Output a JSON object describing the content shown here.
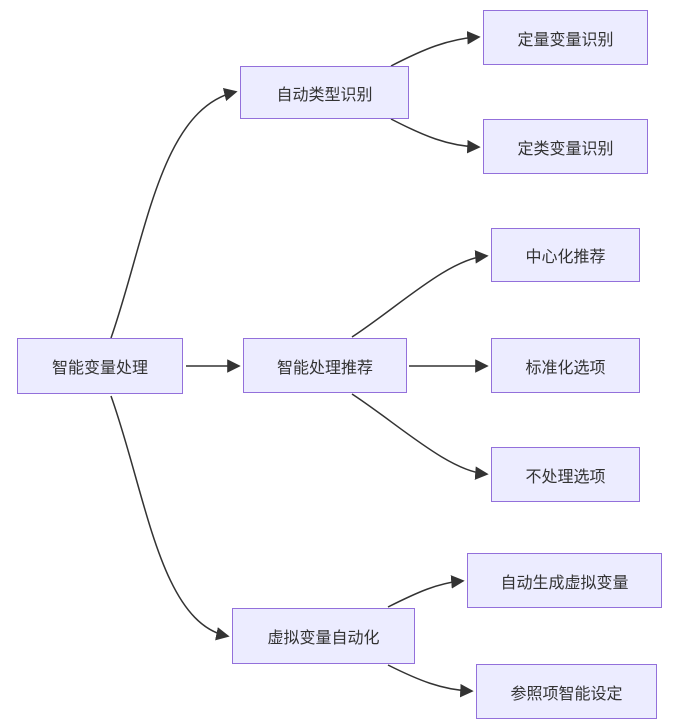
{
  "diagram": {
    "type": "flowchart-left-to-right",
    "colors": {
      "background": "#ffffff",
      "node_fill": "#ECECFF",
      "node_border": "#9370DB",
      "edge": "#333333",
      "text": "#333333"
    },
    "nodes": {
      "root": {
        "label": "智能变量处理"
      },
      "type_recog": {
        "label": "自动类型识别"
      },
      "quant_var": {
        "label": "定量变量识别"
      },
      "cat_var": {
        "label": "定类变量识别"
      },
      "proc_rec": {
        "label": "智能处理推荐"
      },
      "centering": {
        "label": "中心化推荐"
      },
      "standardize": {
        "label": "标准化选项"
      },
      "no_process": {
        "label": "不处理选项"
      },
      "dummy_auto": {
        "label": "虚拟变量自动化"
      },
      "gen_dummy": {
        "label": "自动生成虚拟变量"
      },
      "ref_setting": {
        "label": "参照项智能设定"
      }
    },
    "edges": [
      {
        "from": "智能变量处理",
        "to": "自动类型识别"
      },
      {
        "from": "智能变量处理",
        "to": "智能处理推荐"
      },
      {
        "from": "智能变量处理",
        "to": "虚拟变量自动化"
      },
      {
        "from": "自动类型识别",
        "to": "定量变量识别"
      },
      {
        "from": "自动类型识别",
        "to": "定类变量识别"
      },
      {
        "from": "智能处理推荐",
        "to": "中心化推荐"
      },
      {
        "from": "智能处理推荐",
        "to": "标准化选项"
      },
      {
        "from": "智能处理推荐",
        "to": "不处理选项"
      },
      {
        "from": "虚拟变量自动化",
        "to": "自动生成虚拟变量"
      },
      {
        "from": "虚拟变量自动化",
        "to": "参照项智能设定"
      }
    ]
  }
}
